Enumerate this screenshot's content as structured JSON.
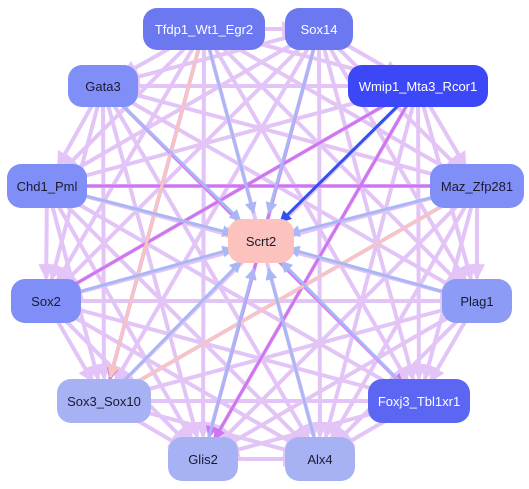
{
  "colors": {
    "edge_default": "#e3c4f7",
    "edge_to_center": "#a9b8f5",
    "edge_peach": "#f9c4bd",
    "edge_strong": "#cf75f0",
    "edge_blue": "#2f52ee",
    "center_fill": "#fcc2bd",
    "node_deep": "#3c48f8",
    "node_mid": "#6b78f0",
    "node_medium": "#7f8ff7",
    "node_light": "#8c9bf6",
    "node_pale": "#a7b2f5"
  },
  "nodes": [
    {
      "id": "scrt2",
      "label": "Scrt2",
      "color": "#fcc2bd",
      "light_text": false
    },
    {
      "id": "tfdp1",
      "label": "Tfdp1_Wt1_Egr2",
      "color": "#6b78f0",
      "light_text": true
    },
    {
      "id": "sox14",
      "label": "Sox14",
      "color": "#6b78f0",
      "light_text": true
    },
    {
      "id": "wmip1",
      "label": "Wmip1_Mta3_Rcor1",
      "color": "#3c48f8",
      "light_text": true
    },
    {
      "id": "gata3",
      "label": "Gata3",
      "color": "#7f8ff7",
      "light_text": false
    },
    {
      "id": "chd1",
      "label": "Chd1_Pml",
      "color": "#7f8ff7",
      "light_text": false
    },
    {
      "id": "maz",
      "label": "Maz_Zfp281",
      "color": "#7f8ff7",
      "light_text": false
    },
    {
      "id": "sox2",
      "label": "Sox2",
      "color": "#7f8ff7",
      "light_text": false
    },
    {
      "id": "plag1",
      "label": "Plag1",
      "color": "#8c9bf6",
      "light_text": false
    },
    {
      "id": "sox3",
      "label": "Sox3_Sox10",
      "color": "#a7b2f5",
      "light_text": false
    },
    {
      "id": "foxj3",
      "label": "Foxj3_Tbl1xr1",
      "color": "#5b66f3",
      "light_text": true
    },
    {
      "id": "glis2",
      "label": "Glis2",
      "color": "#a7b2f5",
      "light_text": false
    },
    {
      "id": "alx4",
      "label": "Alx4",
      "color": "#a7b2f5",
      "light_text": false
    }
  ]
}
